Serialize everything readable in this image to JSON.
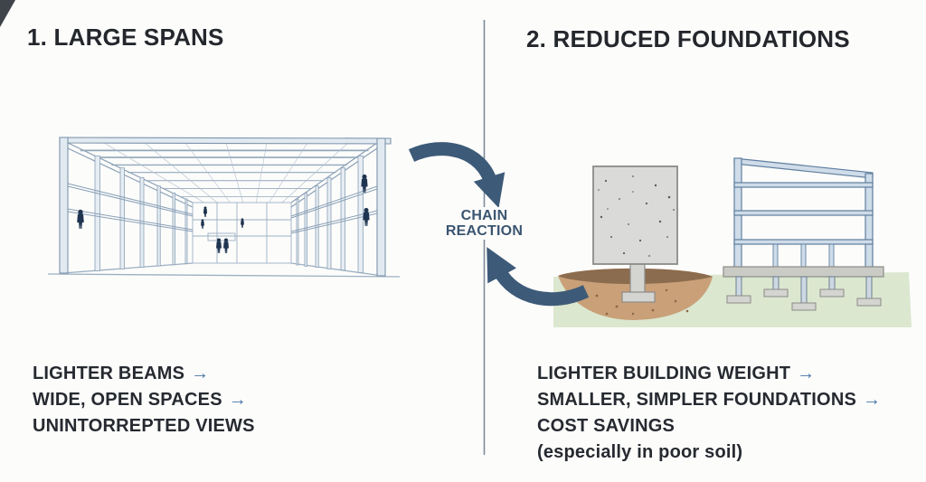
{
  "left_panel": {
    "title": "1. LARGE SPANS",
    "benefits": [
      {
        "label": "LIGHTER BEAMS",
        "arrow": "→"
      },
      {
        "label": "WIDE, OPEN SPACES",
        "arrow": "→"
      },
      {
        "label": "UNINTORREPTED VIEWS",
        "arrow": ""
      }
    ]
  },
  "center": {
    "line1": "CHAIN",
    "line2": "REACTION"
  },
  "right_panel": {
    "title": "2. REDUCED FOUNDATIONS",
    "benefits": [
      {
        "label": "LIGHTER BUILDING WEIGHT",
        "arrow": "→"
      },
      {
        "label": "SMALLER, SIMPLER FOUNDATIONS",
        "arrow": "→"
      },
      {
        "label": "COST SAVINGS",
        "arrow": ""
      },
      {
        "label": "(especially in poor soil)",
        "arrow": ""
      }
    ]
  },
  "colors": {
    "background": "#fcfcfb",
    "heading_text": "#24272c",
    "list_text": "#262a30",
    "list_arrow_blue": "#4677a6",
    "chain_label_blue": "#3b5570",
    "chain_arrow_blue": "#3d5a78",
    "divider_gray": "#7d8c99",
    "drawing_line_blue": "#8aa0b6",
    "figure_navy": "#1f3450",
    "concrete_gray": "#dadad8",
    "soil_brown": "#c9a078",
    "soil_dark_brown": "#8c6c4e",
    "ground_green": "#dbe7cf",
    "frame_blue": "#cfdce9"
  }
}
